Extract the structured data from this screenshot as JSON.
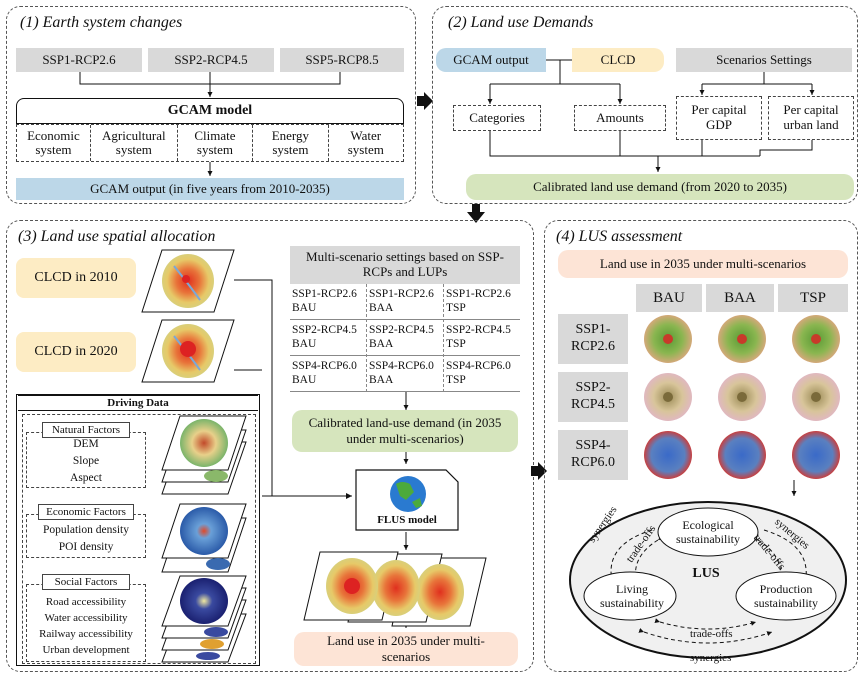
{
  "panel1": {
    "title": "(1) Earth system changes",
    "scenarios": [
      "SSP1-RCP2.6",
      "SSP2-RCP4.5",
      "SSP5-RCP8.5"
    ],
    "gcam_model": "GCAM model",
    "systems": [
      "Economic system",
      "Agricultural system",
      "Climate system",
      "Energy system",
      "Water system"
    ],
    "output": "GCAM output (in five years from 2010-2035)"
  },
  "panel2": {
    "title": "(2) Land use Demands",
    "gcam_output": "GCAM output",
    "clcd": "CLCD",
    "scenario_settings": "Scenarios Settings",
    "categories": "Categories",
    "amounts": "Amounts",
    "per_capital_gdp": "Per capital GDP",
    "per_capital_urban": "Per capital urban land",
    "calibrated": "Calibrated land use demand (from 2020 to 2035)"
  },
  "panel3": {
    "title": "(3) Land use spatial allocation",
    "clcd_2010": "CLCD in 2010",
    "clcd_2020": "CLCD in 2020",
    "driving_data": "Driving Data",
    "natural": {
      "label": "Natural Factors",
      "items": [
        "DEM",
        "Slope",
        "Aspect"
      ]
    },
    "economic": {
      "label": "Economic Factors",
      "items": [
        "Population density",
        "POI density"
      ]
    },
    "social": {
      "label": "Social Factors",
      "items": [
        "Road accessibility",
        "Water accessibility",
        "Railway accessibility",
        "Urban development"
      ]
    },
    "table_title": "Multi-scenario settings based on SSP-RCPs and LUPs",
    "table_rows": [
      [
        "SSP1-RCP2.6 BAU",
        "SSP1-RCP2.6 BAA",
        "SSP1-RCP2.6 TSP"
      ],
      [
        "SSP2-RCP4.5 BAU",
        "SSP2-RCP4.5 BAA",
        "SSP2-RCP4.5 TSP"
      ],
      [
        "SSP4-RCP6.0 BAU",
        "SSP4-RCP6.0 BAA",
        "SSP4-RCP6.0 TSP"
      ]
    ],
    "calibrated": "Calibrated land-use demand (in 2035 under multi-scenarios)",
    "flus": "FLUS model",
    "land_use_2035": "Land use in 2035 under multi-scenarios"
  },
  "panel4": {
    "title": "(4) LUS assessment",
    "header": "Land use in 2035 under multi-scenarios",
    "columns": [
      "BAU",
      "BAA",
      "TSP"
    ],
    "rows": [
      "SSP1-RCP2.6",
      "SSP2-RCP4.5",
      "SSP4-RCP6.0"
    ],
    "lus": "LUS",
    "ecological": "Ecological sustainability",
    "living": "Living sustainability",
    "production": "Production sustainability",
    "synergies": "synergies",
    "tradeoffs": "trade-offs"
  },
  "colors": {
    "grey": "#d9d9d9",
    "blue": "#bcd7e8",
    "yellow": "#fdecc4",
    "green": "#d6e5bd",
    "peach": "#fde4d6"
  }
}
